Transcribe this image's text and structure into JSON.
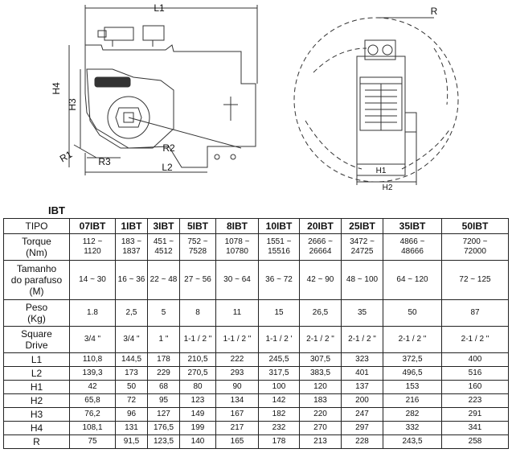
{
  "drawing": {
    "dimension_labels": {
      "L1": "L1",
      "L2": "L2",
      "H3": "H3",
      "H4": "H4",
      "R1": "R1",
      "R2": "R2",
      "R3": "R3",
      "R": "R",
      "H1": "H1",
      "H2": "H2"
    }
  },
  "table": {
    "title": "IBT",
    "columns": [
      "TIPO",
      "07IBT",
      "1IBT",
      "3IBT",
      "5IBT",
      "8IBT",
      "10IBT",
      "20IBT",
      "25IBT",
      "35IBT",
      "50IBT"
    ],
    "rows": [
      {
        "label": [
          "Torque",
          "(Nm)"
        ],
        "values": [
          [
            "112 ~",
            "1120"
          ],
          [
            "183 ~",
            "1837"
          ],
          [
            "451 ~",
            "4512"
          ],
          [
            "752 ~",
            "7528"
          ],
          [
            "1078 ~",
            "10780"
          ],
          [
            "1551 ~",
            "15516"
          ],
          [
            "2666 ~",
            "26664"
          ],
          [
            "3472 ~",
            "24725"
          ],
          [
            "4866 ~",
            "48666"
          ],
          [
            "7200 ~",
            "72000"
          ]
        ]
      },
      {
        "label": [
          "Tamanho",
          "do parafuso",
          "(M)"
        ],
        "values": [
          [
            "14 ~ 30"
          ],
          [
            "16 ~ 36"
          ],
          [
            "22 ~ 48"
          ],
          [
            "27 ~ 56"
          ],
          [
            "30 ~ 64"
          ],
          [
            "36 ~ 72"
          ],
          [
            "42 ~ 90"
          ],
          [
            "48 ~ 100"
          ],
          [
            "64 ~ 120"
          ],
          [
            "72 ~ 125"
          ]
        ]
      },
      {
        "label": [
          "Peso",
          "(Kg)"
        ],
        "values": [
          [
            "1.8"
          ],
          [
            "2,5"
          ],
          [
            "5"
          ],
          [
            "8"
          ],
          [
            "11"
          ],
          [
            "15"
          ],
          [
            "26,5"
          ],
          [
            "35"
          ],
          [
            "50"
          ],
          [
            "87"
          ]
        ]
      },
      {
        "label": [
          "Square",
          "Drive"
        ],
        "values": [
          [
            "3/4 \""
          ],
          [
            "3/4 \""
          ],
          [
            "1 \""
          ],
          [
            "1-1 / 2 \""
          ],
          [
            "1-1 / 2 \""
          ],
          [
            "1-1 / 2 '"
          ],
          [
            "2-1 / 2 \""
          ],
          [
            "2-1 / 2 \""
          ],
          [
            "2-1 / 2 \""
          ],
          [
            "2-1 / 2 \""
          ]
        ]
      },
      {
        "label": [
          "L1"
        ],
        "values": [
          [
            "110,8"
          ],
          [
            "144,5"
          ],
          [
            "178"
          ],
          [
            "210,5"
          ],
          [
            "222"
          ],
          [
            "245,5"
          ],
          [
            "307,5"
          ],
          [
            "323"
          ],
          [
            "372,5"
          ],
          [
            "400"
          ]
        ]
      },
      {
        "label": [
          "L2"
        ],
        "values": [
          [
            "139,3"
          ],
          [
            "173"
          ],
          [
            "229"
          ],
          [
            "270,5"
          ],
          [
            "293"
          ],
          [
            "317,5"
          ],
          [
            "383,5"
          ],
          [
            "401"
          ],
          [
            "496,5"
          ],
          [
            "516"
          ]
        ]
      },
      {
        "label": [
          "H1"
        ],
        "values": [
          [
            "42"
          ],
          [
            "50"
          ],
          [
            "68"
          ],
          [
            "80"
          ],
          [
            "90"
          ],
          [
            "100"
          ],
          [
            "120"
          ],
          [
            "137"
          ],
          [
            "153"
          ],
          [
            "160"
          ]
        ]
      },
      {
        "label": [
          "H2"
        ],
        "values": [
          [
            "65,8"
          ],
          [
            "72"
          ],
          [
            "95"
          ],
          [
            "123"
          ],
          [
            "134"
          ],
          [
            "142"
          ],
          [
            "183"
          ],
          [
            "200"
          ],
          [
            "216"
          ],
          [
            "223"
          ]
        ]
      },
      {
        "label": [
          "H3"
        ],
        "values": [
          [
            "76,2"
          ],
          [
            "96"
          ],
          [
            "127"
          ],
          [
            "149"
          ],
          [
            "167"
          ],
          [
            "182"
          ],
          [
            "220"
          ],
          [
            "247"
          ],
          [
            "282"
          ],
          [
            "291"
          ]
        ]
      },
      {
        "label": [
          "H4"
        ],
        "values": [
          [
            "108,1"
          ],
          [
            "131"
          ],
          [
            "176,5"
          ],
          [
            "199"
          ],
          [
            "217"
          ],
          [
            "232"
          ],
          [
            "270"
          ],
          [
            "297"
          ],
          [
            "332"
          ],
          [
            "341"
          ]
        ]
      },
      {
        "label": [
          "R"
        ],
        "values": [
          [
            "75"
          ],
          [
            "91,5"
          ],
          [
            "123,5"
          ],
          [
            "140"
          ],
          [
            "165"
          ],
          [
            "178"
          ],
          [
            "213"
          ],
          [
            "228"
          ],
          [
            "243,5"
          ],
          [
            "258"
          ]
        ]
      }
    ]
  }
}
